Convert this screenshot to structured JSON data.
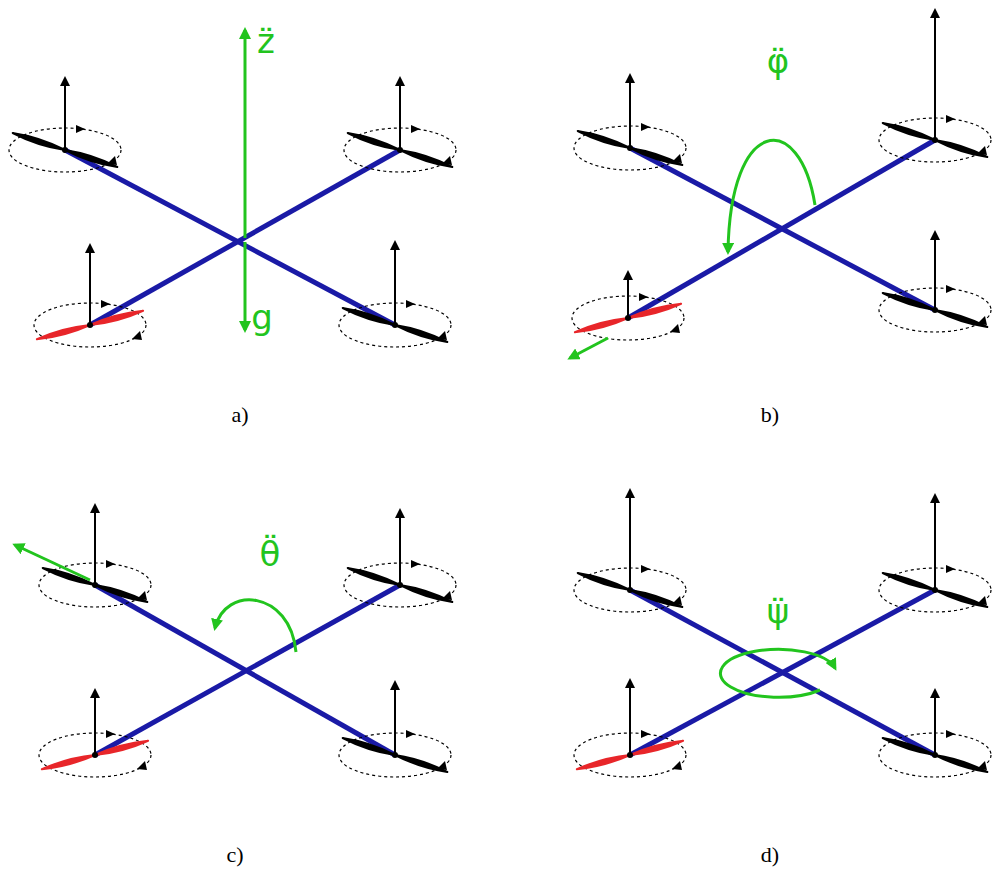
{
  "diagram": {
    "labels": [
      "z̈",
      "g",
      "a)",
      "φ̈",
      "b)",
      "θ̈",
      "c)",
      "ψ̈",
      "d)"
    ]
  }
}
